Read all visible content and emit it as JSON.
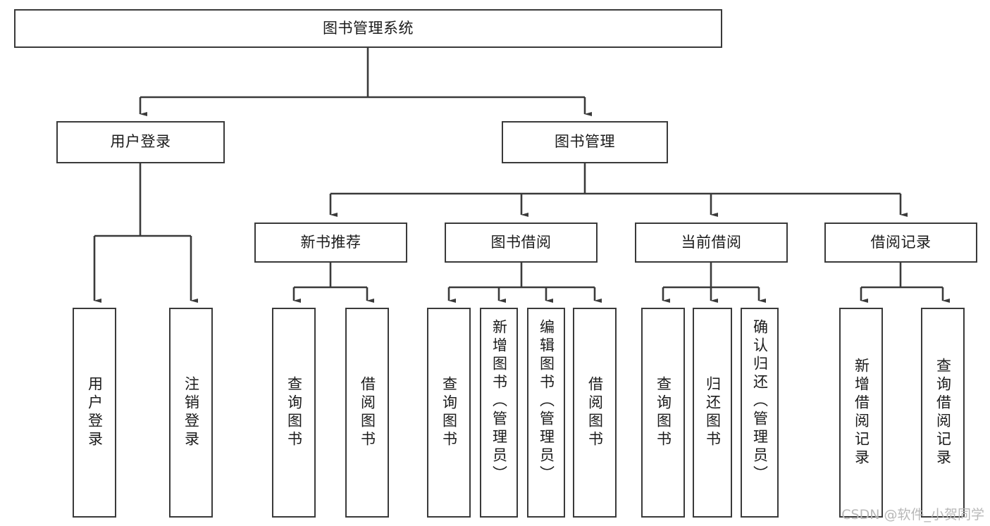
{
  "diagram": {
    "title": "图书管理系统",
    "type": "hierarchy-tree",
    "orientation": "top-down",
    "box_border_color": "#3a3a3a",
    "box_fill_color": "#ffffff",
    "text_color": "#1b1b1b",
    "connector_color": "#3a3a3a",
    "levels": [
      {
        "level": 1,
        "nodes": [
          {
            "id": "root",
            "label": "图书管理系统",
            "text_orientation": "horizontal"
          }
        ]
      },
      {
        "level": 2,
        "nodes": [
          {
            "id": "login",
            "label": "用户登录",
            "parent": "root",
            "text_orientation": "horizontal"
          },
          {
            "id": "bookmgmt",
            "label": "图书管理",
            "parent": "root",
            "text_orientation": "horizontal"
          }
        ]
      },
      {
        "level": 3,
        "nodes": [
          {
            "id": "newbook",
            "label": "新书推荐",
            "parent": "bookmgmt",
            "text_orientation": "horizontal"
          },
          {
            "id": "borrow",
            "label": "图书借阅",
            "parent": "bookmgmt",
            "text_orientation": "horizontal"
          },
          {
            "id": "current",
            "label": "当前借阅",
            "parent": "bookmgmt",
            "text_orientation": "horizontal"
          },
          {
            "id": "records",
            "label": "借阅记录",
            "parent": "bookmgmt",
            "text_orientation": "horizontal"
          }
        ]
      },
      {
        "level": 4,
        "nodes": [
          {
            "id": "leaf-user-login",
            "label": "用户登录",
            "parent": "login",
            "text_orientation": "vertical"
          },
          {
            "id": "leaf-user-logout",
            "label": "注销登录",
            "parent": "login",
            "text_orientation": "vertical"
          },
          {
            "id": "leaf-query-book-1",
            "label": "查询图书",
            "parent": "newbook",
            "text_orientation": "vertical"
          },
          {
            "id": "leaf-borrow-book-1",
            "label": "借阅图书",
            "parent": "newbook",
            "text_orientation": "vertical"
          },
          {
            "id": "leaf-query-book-2",
            "label": "查询图书",
            "parent": "borrow",
            "text_orientation": "vertical"
          },
          {
            "id": "leaf-add-book",
            "label": "新增图书（管理员）",
            "parent": "borrow",
            "text_orientation": "vertical"
          },
          {
            "id": "leaf-edit-book",
            "label": "编辑图书（管理员）",
            "parent": "borrow",
            "text_orientation": "vertical"
          },
          {
            "id": "leaf-borrow-book-2",
            "label": "借阅图书",
            "parent": "borrow",
            "text_orientation": "vertical"
          },
          {
            "id": "leaf-query-book-3",
            "label": "查询图书",
            "parent": "current",
            "text_orientation": "vertical"
          },
          {
            "id": "leaf-return-book",
            "label": "归还图书",
            "parent": "current",
            "text_orientation": "vertical"
          },
          {
            "id": "leaf-confirm-return",
            "label": "确认归还（管理员）",
            "parent": "current",
            "text_orientation": "vertical"
          },
          {
            "id": "leaf-add-record",
            "label": "新增借阅记录",
            "parent": "records",
            "text_orientation": "vertical"
          },
          {
            "id": "leaf-query-record",
            "label": "查询借阅记录",
            "parent": "records",
            "text_orientation": "vertical"
          }
        ]
      }
    ]
  },
  "watermark": {
    "text": "CSDN @软件_小贺同学"
  }
}
